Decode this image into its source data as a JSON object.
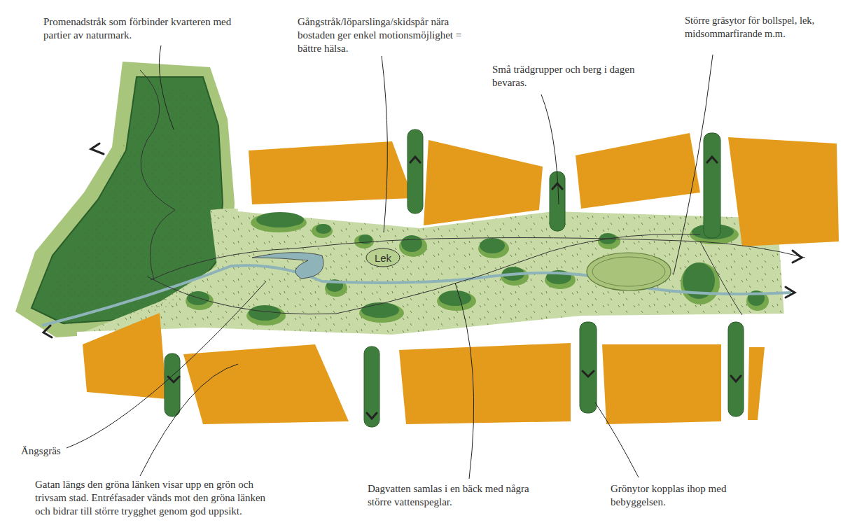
{
  "diagram": {
    "nodes": [
      {
        "text": [
          "Lek"
        ]
      }
    ],
    "labels": [
      "Promenadstråk som förbinder kvarteren med partier av naturmark.",
      "Gångstråk/löparslinga/skidspår nära bostaden ger enkel motionsmöjlighet = bättre hälsa.",
      "Små trädgrupper och berg i dagen bevaras.",
      "Större gräsytor för bollspel, lek, midsommarfirande m.m.",
      "Ängsgräs",
      "Gatan längs den gröna länken visar upp en grön och trivsam stad. Entréfasader vänds mot den gröna länken och bidrar till större trygghet genom god uppsikt.",
      "Dagvatten samlas i en bäck med några större vattenspeglar.",
      "Grönytor kopplas ihop med bebyggelsen."
    ]
  }
}
